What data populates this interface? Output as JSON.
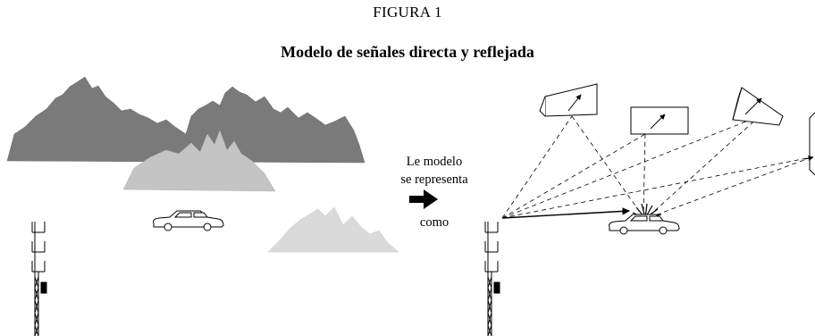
{
  "figure": {
    "label": "FIGURA 1",
    "title": "Modelo de señales directa y reflejada"
  },
  "transition": {
    "line1": "Le modelo",
    "line2": "se representa",
    "line3": "como"
  }
}
